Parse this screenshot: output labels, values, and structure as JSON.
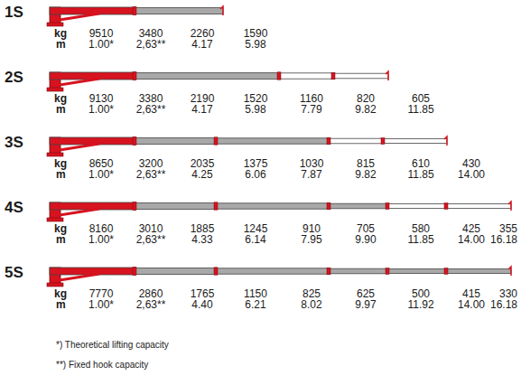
{
  "diagram": {
    "labels": [
      "1S",
      "kg",
      "9510",
      "3480",
      "2260",
      "1590",
      "m",
      "1.00*",
      "2,63**",
      "4.17",
      "5.98",
      "2S",
      "kg",
      "9130",
      "3380",
      "2190",
      "1520",
      "1160",
      "820",
      "605",
      "m",
      "1.00*",
      "2,63**",
      "4.17",
      "5.98",
      "7.79",
      "9.82",
      "11.85",
      "3S",
      "kg",
      "8650",
      "3200",
      "2035",
      "1375",
      "1030",
      "815",
      "610",
      "430",
      "m",
      "1.00*",
      "2,63**",
      "4.25",
      "6.06",
      "7.87",
      "9.82",
      "11.85",
      "14.00",
      "4S",
      "kg",
      "8160",
      "3010",
      "1885",
      "1245",
      "910",
      "705",
      "580",
      "425",
      "355",
      "m",
      "1.00*",
      "2,63**",
      "4.33",
      "6.14",
      "7.95",
      "9.90",
      "11.85",
      "14.00",
      "16.18",
      "5S",
      "kg",
      "7770",
      "2860",
      "1765",
      "1150",
      "825",
      "625",
      "500",
      "415",
      "330",
      "m",
      "1.00*",
      "2,63**",
      "4.40",
      "6.21",
      "8.02",
      "9.97",
      "11.92",
      "14.00",
      "16.18",
      "*) Theoretical lifting capacity",
      "**) Fixed hook capacity"
    ]
  }
}
